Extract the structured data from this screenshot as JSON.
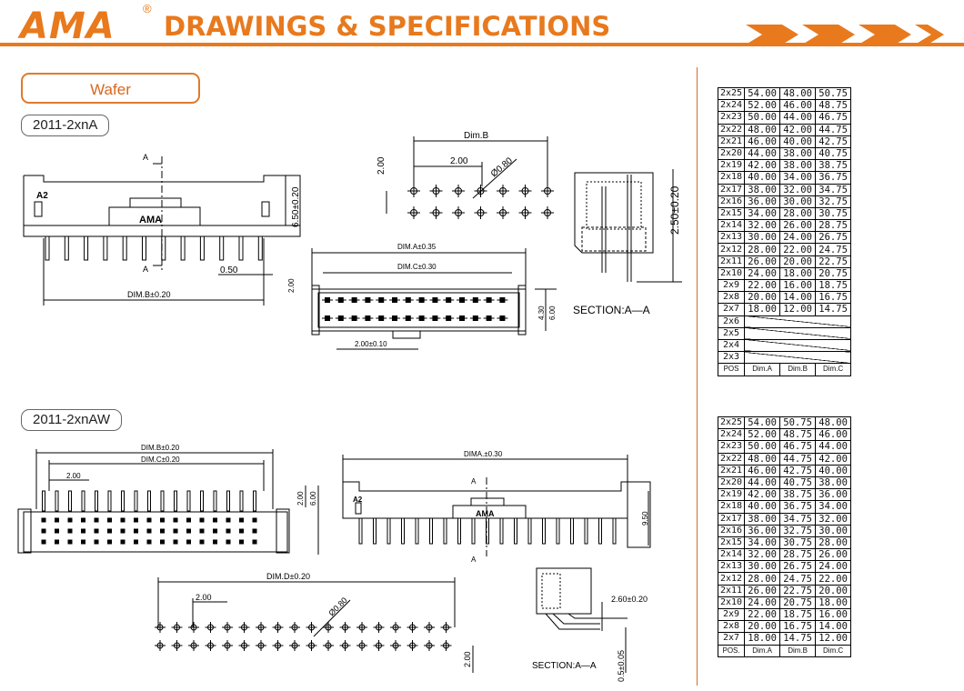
{
  "header": {
    "logo": "AMA",
    "registered": "®",
    "title": "DRAWINGS & SPECIFICATIONS"
  },
  "category": "Wafer",
  "drawing_a": {
    "part": "2011-2xnA",
    "side": {
      "pin_mark": "A2",
      "brand": "AMA",
      "section_mark": "A",
      "dim_height": "6.50±0.20",
      "dim_pin": "0.50",
      "dim_b": "DIM.B±0.20"
    },
    "pcb": {
      "dim_b": "Dim.B",
      "pitch": "2.00",
      "hole": "Ø0.80",
      "row": "2.00"
    },
    "top": {
      "dim_a": "DIM.A±0.35",
      "dim_c": "DIM.C±0.30",
      "pitch": "2.00±0.10",
      "dim_2": "2.00",
      "dim_430": "4.30",
      "dim_600": "6.00"
    },
    "section": {
      "height": "2.50±0.20",
      "label": "SECTION:A—A"
    }
  },
  "drawing_aw": {
    "part": "2011-2xnAW",
    "top": {
      "dim_b": "DIM.B±0.20",
      "dim_c": "DIM.C±0.20",
      "pitch": "2.00",
      "dim_2": "2.00",
      "dim_6": "6.00"
    },
    "side": {
      "dim_a": "DIMA.±0.30",
      "pin_mark": "A2",
      "brand": "AMA",
      "section_mark": "A",
      "dim_950": "9.50"
    },
    "pcb": {
      "dim_d": "DIM.D±0.20",
      "pitch": "2.00",
      "hole": "Ø0.80",
      "row": "2.00"
    },
    "section": {
      "dim_260": "2.60±0.20",
      "dim_pin": "0.5±0.05",
      "label": "SECTION:A—A"
    }
  },
  "table_a": {
    "rows": [
      [
        "2x25",
        "54.00",
        "48.00",
        "50.75"
      ],
      [
        "2x24",
        "52.00",
        "46.00",
        "48.75"
      ],
      [
        "2x23",
        "50.00",
        "44.00",
        "46.75"
      ],
      [
        "2x22",
        "48.00",
        "42.00",
        "44.75"
      ],
      [
        "2x21",
        "46.00",
        "40.00",
        "42.75"
      ],
      [
        "2x20",
        "44.00",
        "38.00",
        "40.75"
      ],
      [
        "2x19",
        "42.00",
        "38.00",
        "38.75"
      ],
      [
        "2x18",
        "40.00",
        "34.00",
        "36.75"
      ],
      [
        "2x17",
        "38.00",
        "32.00",
        "34.75"
      ],
      [
        "2x16",
        "36.00",
        "30.00",
        "32.75"
      ],
      [
        "2x15",
        "34.00",
        "28.00",
        "30.75"
      ],
      [
        "2x14",
        "32.00",
        "26.00",
        "28.75"
      ],
      [
        "2x13",
        "30.00",
        "24.00",
        "26.75"
      ],
      [
        "2x12",
        "28.00",
        "22.00",
        "24.75"
      ],
      [
        "2x11",
        "26.00",
        "20.00",
        "22.75"
      ],
      [
        "2x10",
        "24.00",
        "18.00",
        "20.75"
      ],
      [
        "2x9",
        "22.00",
        "16.00",
        "18.75"
      ],
      [
        "2x8",
        "20.00",
        "14.00",
        "16.75"
      ],
      [
        "2x7",
        "18.00",
        "12.00",
        "14.75"
      ]
    ],
    "empty_rows": [
      "2x6",
      "2x5",
      "2x4",
      "2x3"
    ],
    "header": [
      "POS",
      "Dim.A",
      "Dim.B",
      "Dim.C"
    ]
  },
  "table_aw": {
    "rows": [
      [
        "2x25",
        "54.00",
        "50.75",
        "48.00"
      ],
      [
        "2x24",
        "52.00",
        "48.75",
        "46.00"
      ],
      [
        "2x23",
        "50.00",
        "46.75",
        "44.00"
      ],
      [
        "2x22",
        "48.00",
        "44.75",
        "42.00"
      ],
      [
        "2x21",
        "46.00",
        "42.75",
        "40.00"
      ],
      [
        "2x20",
        "44.00",
        "40.75",
        "38.00"
      ],
      [
        "2x19",
        "42.00",
        "38.75",
        "36.00"
      ],
      [
        "2x18",
        "40.00",
        "36.75",
        "34.00"
      ],
      [
        "2x17",
        "38.00",
        "34.75",
        "32.00"
      ],
      [
        "2x16",
        "36.00",
        "32.75",
        "30.00"
      ],
      [
        "2x15",
        "34.00",
        "30.75",
        "28.00"
      ],
      [
        "2x14",
        "32.00",
        "28.75",
        "26.00"
      ],
      [
        "2x13",
        "30.00",
        "26.75",
        "24.00"
      ],
      [
        "2x12",
        "28.00",
        "24.75",
        "22.00"
      ],
      [
        "2x11",
        "26.00",
        "22.75",
        "20.00"
      ],
      [
        "2x10",
        "24.00",
        "20.75",
        "18.00"
      ],
      [
        "2x9",
        "22.00",
        "18.75",
        "16.00"
      ],
      [
        "2x8",
        "20.00",
        "16.75",
        "14.00"
      ],
      [
        "2x7",
        "18.00",
        "14.75",
        "12.00"
      ]
    ],
    "header": [
      "POS.",
      "Dim.A",
      "Dim.B",
      "Dim.C"
    ]
  }
}
